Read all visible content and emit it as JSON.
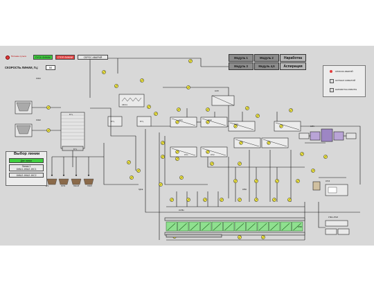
{
  "header": {
    "indicator_text": "Питание пульта",
    "btn_start": "ПУСК ЛИНИИ",
    "btn_stop": "СТОП ЛИНИИ",
    "btn_reset": "СБРОС АВАРИЙ",
    "speed_label": "СКОРОСТЬ ЛИНИИ, Гц:",
    "speed_value": "50"
  },
  "modules": {
    "m1": "Модуль 1",
    "m2": "Модуль 2",
    "m3": "Модуль 3",
    "m45": "Модуль 4,5",
    "narabotka": "Наработка",
    "aspiration": "Аспирация"
  },
  "side_panel": {
    "alarms": "СПИСОК АВАРИЙ",
    "events": "ЖУРНАЛ СОБЫТИЙ",
    "worktime": "НАРАБОТКА РАБОТЫ"
  },
  "line_select": {
    "title": "Выбор линии",
    "opt1": "Две линии",
    "opt2_a": "Линия 1",
    "opt2_b": "1МШ1-1КШ2-1КС1",
    "opt3": "1МШ2-1КШ2-1КС2"
  },
  "colors": {
    "bg": "#d8d8d8",
    "start": "#3fcf3f",
    "stop": "#e04040",
    "motor_yellow": "#f2e83c",
    "motor_green": "#78e878",
    "module_grey": "#8c8c8c",
    "module_light": "#b8b8b8"
  }
}
